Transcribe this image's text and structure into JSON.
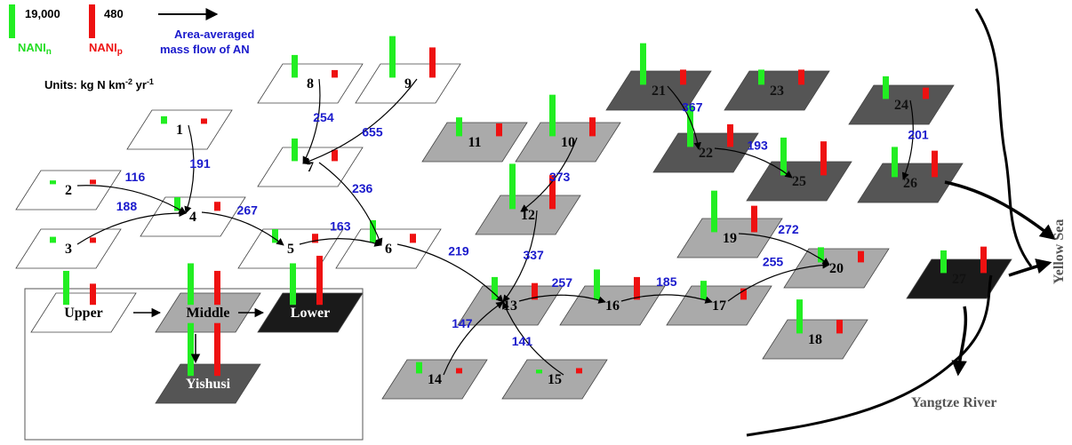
{
  "legend": {
    "green_value": "19,000",
    "red_value": "480",
    "green_label_main": "NANI",
    "green_label_sub": "n",
    "red_label_main": "NANI",
    "red_label_sub": "p",
    "arrow_label_1": "Area-averaged",
    "arrow_label_2": "mass flow of AN",
    "units_prefix": "Units:  kg N km",
    "units_exp1": "-2",
    "units_mid": " yr",
    "units_exp2": "-1"
  },
  "colors": {
    "green": "#22ee22",
    "red": "#ee1111",
    "flow_text": "#1a1acc",
    "white": "#ffffff",
    "light_gray": "#aaaaaa",
    "dark_gray": "#555555",
    "black": "#1a1a1a"
  },
  "subbasins": [
    {
      "id": "1",
      "label": "1",
      "fill": "white",
      "nanin": 0.1,
      "nanip": 0.07
    },
    {
      "id": "2",
      "label": "2",
      "fill": "white",
      "nanin": 0.05,
      "nanip": 0.06
    },
    {
      "id": "3",
      "label": "3",
      "fill": "white",
      "nanin": 0.08,
      "nanip": 0.07
    },
    {
      "id": "4",
      "label": "4",
      "fill": "white",
      "nanin": 0.18,
      "nanip": 0.12
    },
    {
      "id": "5",
      "label": "5",
      "fill": "white",
      "nanin": 0.18,
      "nanip": 0.12
    },
    {
      "id": "6",
      "label": "6",
      "fill": "white",
      "nanin": 0.3,
      "nanip": 0.12
    },
    {
      "id": "7",
      "label": "7",
      "fill": "white",
      "nanin": 0.3,
      "nanip": 0.15
    },
    {
      "id": "8",
      "label": "8",
      "fill": "white",
      "nanin": 0.3,
      "nanip": 0.1
    },
    {
      "id": "9",
      "label": "9",
      "fill": "white",
      "nanin": 0.55,
      "nanip": 0.4
    },
    {
      "id": "10",
      "label": "10",
      "fill": "light_gray",
      "nanin": 0.55,
      "nanip": 0.25
    },
    {
      "id": "11",
      "label": "11",
      "fill": "light_gray",
      "nanin": 0.25,
      "nanip": 0.17
    },
    {
      "id": "12",
      "label": "12",
      "fill": "light_gray",
      "nanin": 0.6,
      "nanip": 0.45
    },
    {
      "id": "13",
      "label": "13",
      "fill": "light_gray",
      "nanin": 0.3,
      "nanip": 0.22
    },
    {
      "id": "14",
      "label": "14",
      "fill": "light_gray",
      "nanin": 0.15,
      "nanip": 0.07
    },
    {
      "id": "15",
      "label": "15",
      "fill": "light_gray",
      "nanin": 0.05,
      "nanip": 0.07
    },
    {
      "id": "16",
      "label": "16",
      "fill": "light_gray",
      "nanin": 0.4,
      "nanip": 0.3
    },
    {
      "id": "17",
      "label": "17",
      "fill": "light_gray",
      "nanin": 0.25,
      "nanip": 0.15
    },
    {
      "id": "18",
      "label": "18",
      "fill": "light_gray",
      "nanin": 0.45,
      "nanip": 0.18
    },
    {
      "id": "19",
      "label": "19",
      "fill": "light_gray",
      "nanin": 0.55,
      "nanip": 0.35
    },
    {
      "id": "20",
      "label": "20",
      "fill": "light_gray",
      "nanin": 0.2,
      "nanip": 0.15
    },
    {
      "id": "21",
      "label": "21",
      "fill": "dark_gray",
      "nanin": 0.55,
      "nanip": 0.2
    },
    {
      "id": "22",
      "label": "22",
      "fill": "dark_gray",
      "nanin": 0.55,
      "nanip": 0.3
    },
    {
      "id": "23",
      "label": "23",
      "fill": "dark_gray",
      "nanin": 0.2,
      "nanip": 0.2
    },
    {
      "id": "24",
      "label": "24",
      "fill": "dark_gray",
      "nanin": 0.3,
      "nanip": 0.15
    },
    {
      "id": "25",
      "label": "25",
      "fill": "dark_gray",
      "nanin": 0.5,
      "nanip": 0.45
    },
    {
      "id": "26",
      "label": "26",
      "fill": "dark_gray",
      "nanin": 0.4,
      "nanip": 0.35
    },
    {
      "id": "27",
      "label": "27",
      "fill": "black",
      "nanin": 0.3,
      "nanip": 0.35
    }
  ],
  "flows": [
    {
      "from": "1",
      "to": "4",
      "value": "191"
    },
    {
      "from": "2",
      "to": "4",
      "value": "116"
    },
    {
      "from": "3",
      "to": "4",
      "value": "188"
    },
    {
      "from": "4",
      "to": "5",
      "value": "267"
    },
    {
      "from": "5",
      "to": "6",
      "value": "163"
    },
    {
      "from": "8",
      "to": "7",
      "value": "254"
    },
    {
      "from": "9",
      "to": "7",
      "value": "655"
    },
    {
      "from": "7",
      "to": "6",
      "value": "236"
    },
    {
      "from": "6",
      "to": "13",
      "value": "219"
    },
    {
      "from": "10",
      "to": "12",
      "value": "373"
    },
    {
      "from": "12",
      "to": "13",
      "value": "337"
    },
    {
      "from": "14",
      "to": "13",
      "value": "147"
    },
    {
      "from": "15",
      "to": "13",
      "value": "141"
    },
    {
      "from": "13",
      "to": "16",
      "value": "257"
    },
    {
      "from": "16",
      "to": "17",
      "value": "185"
    },
    {
      "from": "17",
      "to": "20",
      "value": "255"
    },
    {
      "from": "21",
      "to": "22",
      "value": "367"
    },
    {
      "from": "22",
      "to": "25",
      "value": "193"
    },
    {
      "from": "24",
      "to": "26",
      "value": "201"
    },
    {
      "from": "19",
      "to": "20",
      "value": "272"
    }
  ],
  "summary": {
    "upper": "Upper",
    "middle": "Middle",
    "lower": "Lower",
    "yishusi": "Yishusi"
  },
  "labels": {
    "yellow_sea": "Yellow Sea",
    "yangtze": "Yangtze River"
  }
}
